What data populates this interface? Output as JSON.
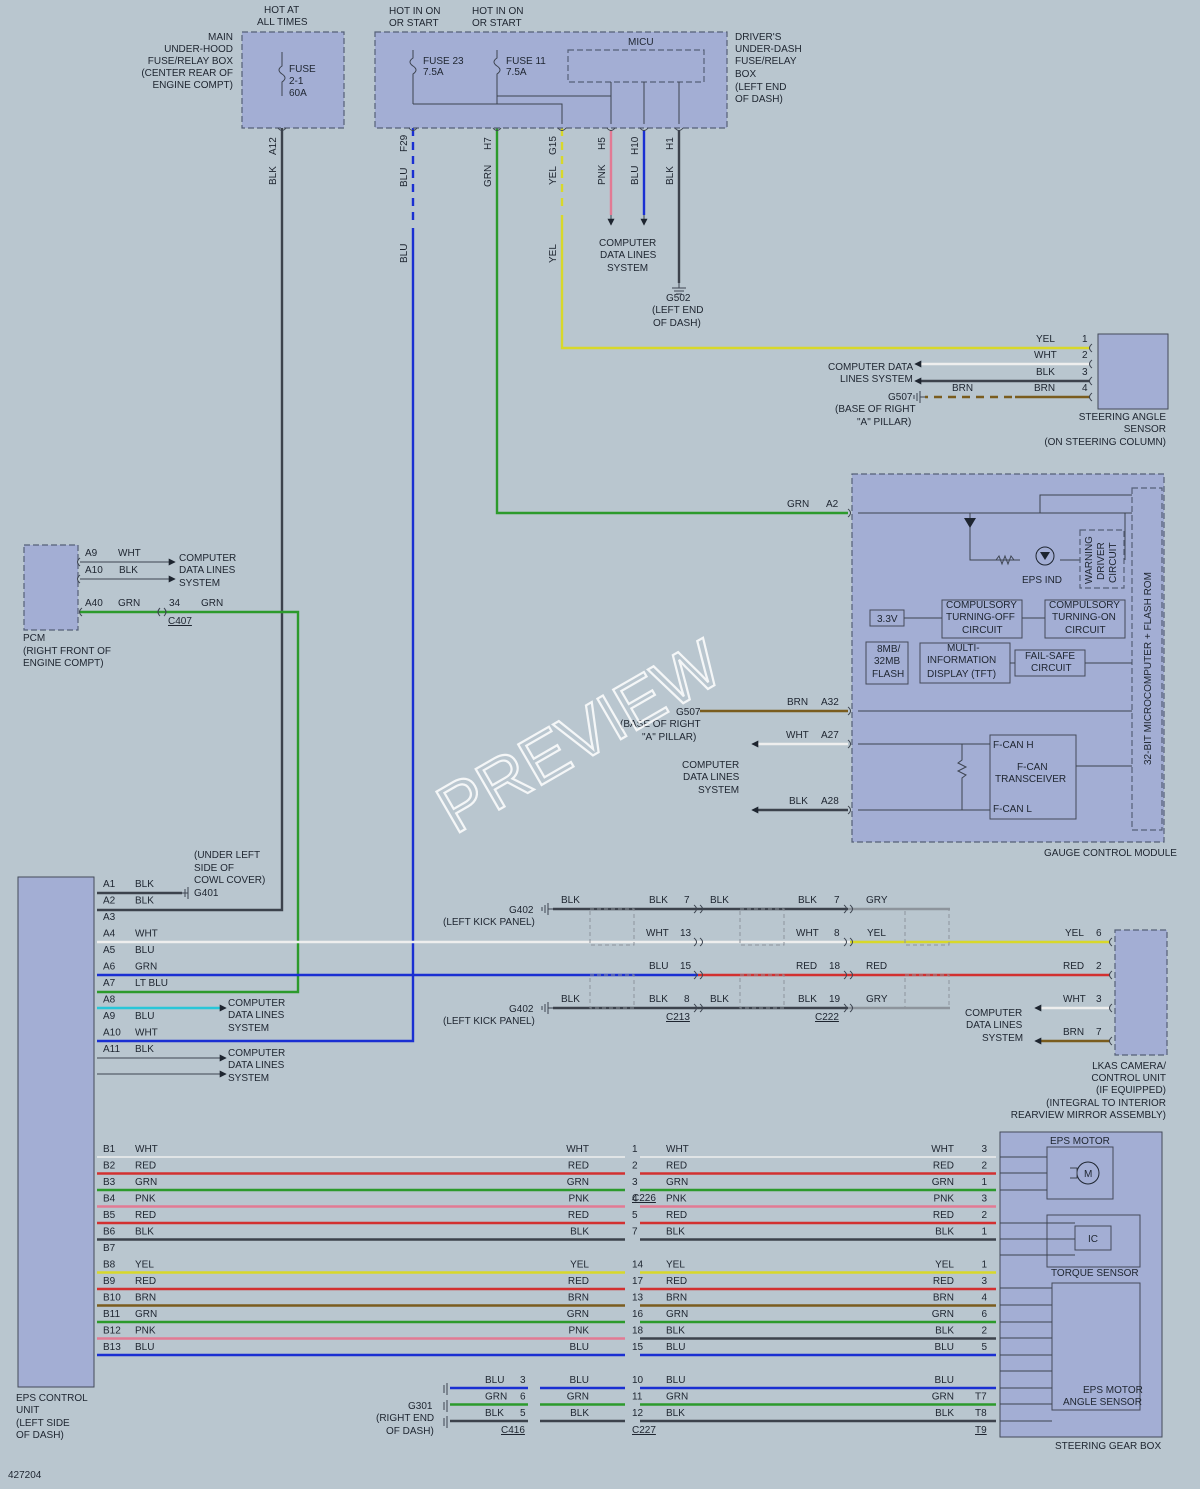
{
  "colors": {
    "background": "#b9c6cf",
    "component": "#a3aed4",
    "blk": "#3c424c",
    "blu": "#1a2fd2",
    "grn": "#2c9a2c",
    "yel": "#d8d82a",
    "red": "#d23030",
    "pnk": "#e27a94",
    "wht": "#eeeeee",
    "brn": "#7a5c1e",
    "gry": "#8d949c",
    "ltblu": "#28c6d8"
  },
  "watermark": "PREVIEW",
  "figure_id": "427204",
  "icons": [
    "ground-icon",
    "fuse-icon",
    "arrow-icon",
    "motor-icon",
    "led-icon",
    "resistor-icon",
    "diode-icon",
    "connector-icon"
  ],
  "top": {
    "hot_at_all_times": [
      "HOT AT",
      "ALL TIMES"
    ],
    "hot_in_on_1": [
      "HOT IN ON",
      "OR START"
    ],
    "hot_in_on_2": [
      "HOT IN ON",
      "OR START"
    ],
    "main_box_label": [
      "MAIN",
      "UNDER-HOOD",
      "FUSE/RELAY BOX",
      "(CENTER REAR OF",
      "ENGINE COMPT)"
    ],
    "fuse_21": [
      "FUSE",
      "2-1",
      "60A"
    ],
    "fuse_23": [
      "FUSE 23",
      "7.5A"
    ],
    "fuse_11": [
      "FUSE 11",
      "7.5A"
    ],
    "micu": "MICU",
    "dash_box_label": [
      "DRIVER'S",
      "UNDER-DASH",
      "FUSE/RELAY",
      "BOX",
      "(LEFT END",
      "OF DASH)"
    ],
    "pins": {
      "a12": "A12",
      "f29": "F29",
      "h7": "H7",
      "g15": "G15",
      "h5": "H5",
      "h10": "H10",
      "h1": "H1"
    },
    "colors": {
      "blk1": "BLK",
      "blu1": "BLU",
      "grn1": "GRN",
      "yel1": "YEL",
      "pnk1": "PNK",
      "blu2": "BLU",
      "blk2": "BLK",
      "blu3": "BLU",
      "yel2": "YEL"
    },
    "cdl_system": [
      "COMPUTER",
      "DATA LINES",
      "SYSTEM"
    ],
    "g502": [
      "G502",
      "(LEFT END",
      "OF DASH)"
    ]
  },
  "steering_angle": {
    "rows": [
      {
        "color": "YEL",
        "pin": "1"
      },
      {
        "color": "WHT",
        "pin": "2"
      },
      {
        "color": "BLK",
        "pin": "3"
      },
      {
        "color": "BRN",
        "pin": "4"
      }
    ],
    "brn_left": "BRN",
    "cdl": [
      "COMPUTER DATA",
      "LINES SYSTEM"
    ],
    "g507": [
      "G507",
      "(BASE OF RIGHT",
      "\"A\" PILLAR)"
    ],
    "label": [
      "STEERING ANGLE",
      "SENSOR",
      "(ON STEERING COLUMN)"
    ]
  },
  "gauge": {
    "grn": "GRN",
    "a2": "A2",
    "warning": [
      "WARNING",
      "DRIVER",
      "CIRCUIT"
    ],
    "eps_ind": "EPS IND",
    "micro": "32-BIT MICROCOMPUTER + FLASH ROM",
    "v33": "3.3V",
    "flash": [
      "8MB/",
      "32MB",
      "FLASH"
    ],
    "off": [
      "COMPULSORY",
      "TURNING-OFF",
      "CIRCUIT"
    ],
    "on": [
      "COMPULSORY",
      "TURNING-ON",
      "CIRCUIT"
    ],
    "mid": [
      "MULTI-",
      "INFORMATION",
      "DISPLAY (TFT)"
    ],
    "failsafe": [
      "FAIL-SAFE",
      "CIRCUIT"
    ],
    "brn": "BRN",
    "a32": "A32",
    "g507": [
      "G507",
      "(BASE OF RIGHT",
      "\"A\" PILLAR)"
    ],
    "wht": "WHT",
    "a27": "A27",
    "blk": "BLK",
    "a28": "A28",
    "cdl": [
      "COMPUTER",
      "DATA LINES",
      "SYSTEM"
    ],
    "fcanh": "F-CAN H",
    "fcan": [
      "F-CAN",
      "TRANSCEIVER"
    ],
    "fcanl": "F-CAN L",
    "label": "GAUGE CONTROL MODULE"
  },
  "pcm": {
    "a9": "A9",
    "wht": "WHT",
    "a10": "A10",
    "blk": "BLK",
    "a40": "A40",
    "grn": "GRN",
    "p34": "34",
    "grn2": "GRN",
    "c407": "C407",
    "cdl": [
      "COMPUTER",
      "DATA LINES",
      "SYSTEM"
    ],
    "label": [
      "PCM",
      "(RIGHT FRONT OF",
      "ENGINE COMPT)"
    ]
  },
  "eps_a": {
    "pins": [
      {
        "pin": "A1",
        "color": "BLK"
      },
      {
        "pin": "A2",
        "color": "BLK"
      },
      {
        "pin": "A3",
        "color": ""
      },
      {
        "pin": "A4",
        "color": "WHT"
      },
      {
        "pin": "A5",
        "color": "BLU"
      },
      {
        "pin": "A6",
        "color": "GRN"
      },
      {
        "pin": "A7",
        "color": "LT BLU"
      },
      {
        "pin": "A8",
        "color": ""
      },
      {
        "pin": "A9",
        "color": "BLU"
      },
      {
        "pin": "A10",
        "color": "WHT"
      },
      {
        "pin": "A11",
        "color": "BLK"
      }
    ],
    "g401": [
      "(UNDER LEFT",
      "SIDE OF",
      "COWL COVER)",
      "G401"
    ],
    "cdl": [
      "COMPUTER",
      "DATA LINES",
      "SYSTEM"
    ]
  },
  "lkas": {
    "g402": [
      "G402",
      "(LEFT KICK PANEL)"
    ],
    "g402b": [
      "G402",
      "(LEFT KICK PANEL)"
    ],
    "r1": {
      "c1": "BLK",
      "c2": "BLK",
      "p1": "7",
      "c3": "BLK",
      "c4": "BLK",
      "p2": "7",
      "c5": "GRY"
    },
    "r2": {
      "c2": "WHT",
      "p1": "13",
      "c4": "WHT",
      "p2": "8",
      "c5": "YEL",
      "c6": "YEL",
      "p3": "6"
    },
    "r3": {
      "c2": "BLU",
      "p1": "15",
      "c4": "RED",
      "p2": "18",
      "c5": "RED",
      "c6": "RED",
      "p3": "2"
    },
    "r4": {
      "c1": "BLK",
      "c2": "BLK",
      "p1": "8",
      "c3": "BLK",
      "c4": "BLK",
      "p2": "19",
      "c5": "GRY"
    },
    "c213": "C213",
    "c222": "C222",
    "wht": "WHT",
    "p3": "3",
    "brn": "BRN",
    "p7": "7",
    "cdl": [
      "COMPUTER",
      "DATA LINES",
      "SYSTEM"
    ],
    "label": [
      "LKAS CAMERA/",
      "CONTROL UNIT",
      "(IF EQUIPPED)",
      "(INTEGRAL TO INTERIOR",
      "REARVIEW MIRROR ASSEMBLY)"
    ]
  },
  "eps_b": {
    "rows": [
      {
        "pin": "B1",
        "lc": "WHT",
        "mc": "WHT",
        "cp": "1",
        "rc": "WHT",
        "rc2": "WHT",
        "rp": "3"
      },
      {
        "pin": "B2",
        "lc": "RED",
        "mc": "RED",
        "cp": "2",
        "rc": "RED",
        "rc2": "RED",
        "rp": "2"
      },
      {
        "pin": "B3",
        "lc": "GRN",
        "mc": "GRN",
        "cp": "3",
        "rc": "GRN",
        "rc2": "GRN",
        "rp": "1"
      },
      {
        "pin": "B4",
        "lc": "PNK",
        "mc": "PNK",
        "cp": "4",
        "rc": "PNK",
        "rc2": "PNK",
        "rp": "3"
      },
      {
        "pin": "B5",
        "lc": "RED",
        "mc": "RED",
        "cp": "5",
        "rc": "RED",
        "rc2": "RED",
        "rp": "2"
      },
      {
        "pin": "B6",
        "lc": "BLK",
        "mc": "BLK",
        "cp": "7",
        "rc": "BLK",
        "rc2": "BLK",
        "rp": "1"
      },
      {
        "pin": "B7",
        "lc": "",
        "mc": "",
        "cp": "",
        "rc": "",
        "rc2": "",
        "rp": ""
      },
      {
        "pin": "B8",
        "lc": "YEL",
        "mc": "YEL",
        "cp": "14",
        "rc": "YEL",
        "rc2": "YEL",
        "rp": "1"
      },
      {
        "pin": "B9",
        "lc": "RED",
        "mc": "RED",
        "cp": "17",
        "rc": "RED",
        "rc2": "RED",
        "rp": "3"
      },
      {
        "pin": "B10",
        "lc": "BRN",
        "mc": "BRN",
        "cp": "13",
        "rc": "BRN",
        "rc2": "BRN",
        "rp": "4"
      },
      {
        "pin": "B11",
        "lc": "GRN",
        "mc": "GRN",
        "cp": "16",
        "rc": "GRN",
        "rc2": "GRN",
        "rp": "6"
      },
      {
        "pin": "B12",
        "lc": "PNK",
        "mc": "PNK",
        "cp": "18",
        "rc": "BLK",
        "rc2": "BLK",
        "rp": "2"
      },
      {
        "pin": "B13",
        "lc": "BLU",
        "mc": "BLU",
        "cp": "15",
        "rc": "BLU",
        "rc2": "BLU",
        "rp": "5"
      }
    ],
    "c226": "C226",
    "low": [
      {
        "lc": "BLU",
        "lp": "3",
        "mc": "BLU",
        "cp": "10",
        "rc": "BLU",
        "rc2": "BLU",
        "rp": ""
      },
      {
        "lc": "GRN",
        "lp": "6",
        "mc": "GRN",
        "cp": "11",
        "rc": "GRN",
        "rc2": "GRN",
        "rp": "T7"
      },
      {
        "lc": "BLK",
        "lp": "5",
        "mc": "BLK",
        "cp": "12",
        "rc": "BLK",
        "rc2": "BLK",
        "rp": "T8"
      }
    ],
    "t9": "T9",
    "c416": "C416",
    "c227": "C227",
    "g301": [
      "G301",
      "(RIGHT END",
      "OF DASH)"
    ],
    "eps_label": [
      "EPS CONTROL",
      "UNIT",
      "(LEFT SIDE",
      "OF DASH)"
    ]
  },
  "gearbox": {
    "motor": "EPS MOTOR",
    "m": "M",
    "ic": "IC",
    "torque": "TORQUE SENSOR",
    "angle": [
      "EPS MOTOR",
      "ANGLE SENSOR"
    ],
    "label": "STEERING GEAR BOX"
  }
}
